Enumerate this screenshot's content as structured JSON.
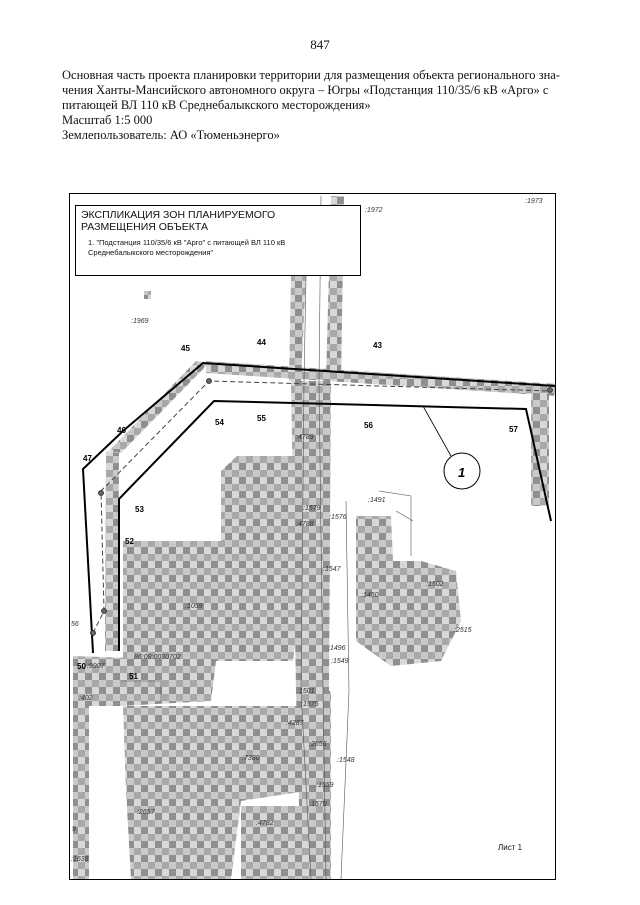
{
  "page": {
    "number": "847",
    "header_lines": [
      "Основная часть проекта планировки территории для размещения объекта регионального зна-",
      "чения Ханты-Мансийского автономного округа – Югры «Подстанция 110/35/6 кВ «Арго» с",
      "питающей ВЛ 110 кВ Среднебалыкского месторождения»",
      "Масштаб 1:5 000",
      "Землепользователь: АО «Тюменьэнерго»"
    ]
  },
  "legend": {
    "title": "ЭКСПЛИКАЦИЯ ЗОН ПЛАНИРУЕМОГО РАЗМЕЩЕНИЯ ОБЪЕКТА",
    "item": "1. \"Подстанция 110/35/6 кВ \"Арго\" с питающей ВЛ 110 кВ Среднебалыкского месторождения\""
  },
  "map": {
    "point_labels": [
      "43",
      "44",
      "45",
      "46",
      "47",
      "50",
      "51",
      "52",
      "53",
      "54",
      "55",
      "56",
      "57"
    ],
    "parcel_labels": [
      ":1972",
      ":1973",
      ":1969",
      ":4789",
      ":1491",
      ":1579",
      ":1576",
      ":4788",
      ":1547",
      ":1450",
      ":1502",
      ":2515",
      ":1059",
      "86:08:0030702",
      ":9907",
      ":402",
      ":1496",
      ":1549",
      ":1501",
      ":1575",
      ":4287",
      ":2656",
      ":1548",
      ":7380",
      ":1559",
      ":1570",
      ":2657",
      ":4782",
      ":1638",
      "56",
      "9"
    ],
    "zone_marker": "1",
    "sheet_label": "Лист 1",
    "colors": {
      "hatch_dark": "#9a9a9a",
      "hatch_light": "#c8c8c8",
      "boundary": "#000000"
    }
  }
}
